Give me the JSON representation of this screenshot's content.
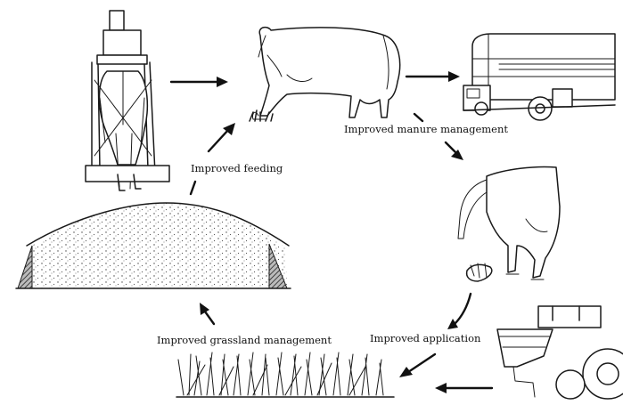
{
  "labels": {
    "manure": "Improved manure management",
    "feeding": "Improved feeding",
    "grassland": "Improved grassland management",
    "application": "Improved application"
  },
  "icons": [
    "milking-cow-icon",
    "grazing-cow-icon",
    "tanker-truck-icon",
    "cow-rear-icon",
    "silage-clamp-icon",
    "grass-icon",
    "tractor-spreader-icon"
  ],
  "colors": {
    "ink": "#1a1a1a",
    "background": "#ffffff"
  }
}
